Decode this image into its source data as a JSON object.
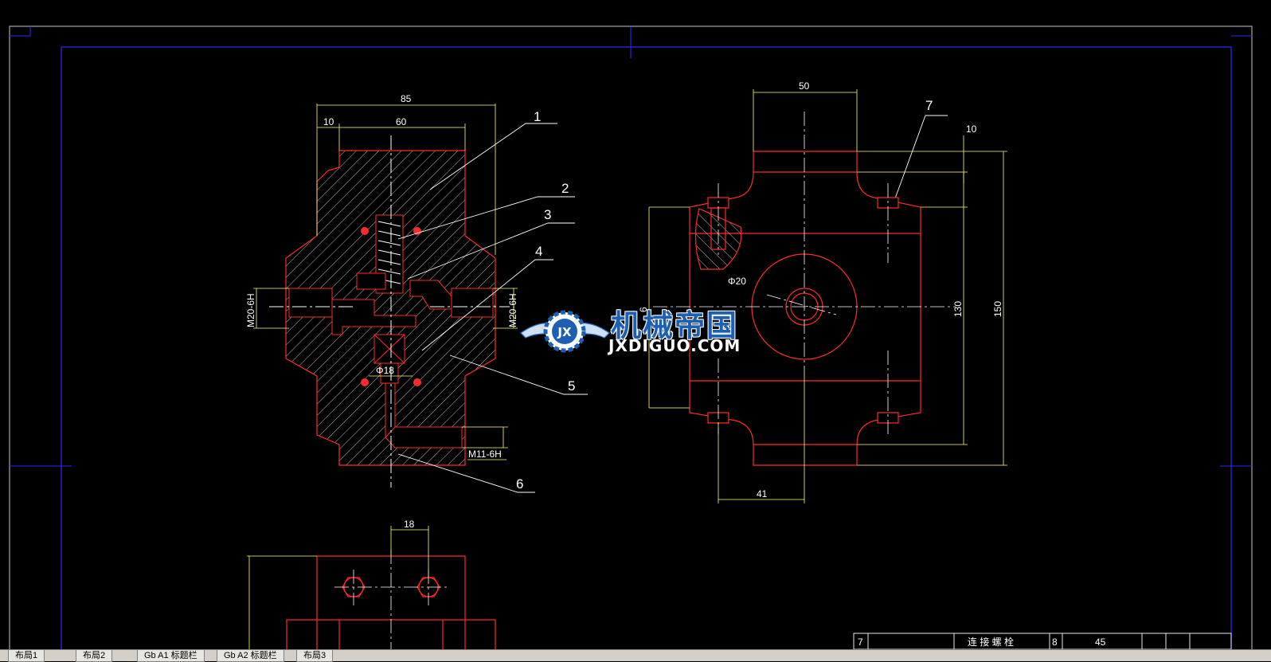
{
  "drawing": {
    "leaders": [
      "1",
      "2",
      "3",
      "4",
      "5",
      "6",
      "7"
    ],
    "dimensions": {
      "d85": "85",
      "d10a": "10",
      "d60": "60",
      "m20_left": "M20-6H",
      "m20_right": "M20-6H",
      "phi18": "Φ18",
      "m11": "M11-6H",
      "d50": "50",
      "d10b": "10",
      "phi20": "Φ20",
      "d130": "130",
      "d150": "150",
      "d41": "41",
      "d6": "6",
      "d18": "18"
    }
  },
  "title_block": {
    "item_no": "7",
    "part_name": "连 接 螺 栓",
    "qty": "8",
    "material": "45"
  },
  "watermark": {
    "name": "机械帝国",
    "domain": "JXDIGUO.COM",
    "badge": "JX"
  },
  "layout_tabs": [
    "布局1",
    "布局2",
    "Gb A1 标题栏",
    "Gb A2 标题栏",
    "布局3"
  ],
  "colors": {
    "background": "#000000",
    "frame": "#1a1aff",
    "outline": "#ff2a2a",
    "dimension": "#ffff66",
    "centerline": "#ffffff"
  }
}
